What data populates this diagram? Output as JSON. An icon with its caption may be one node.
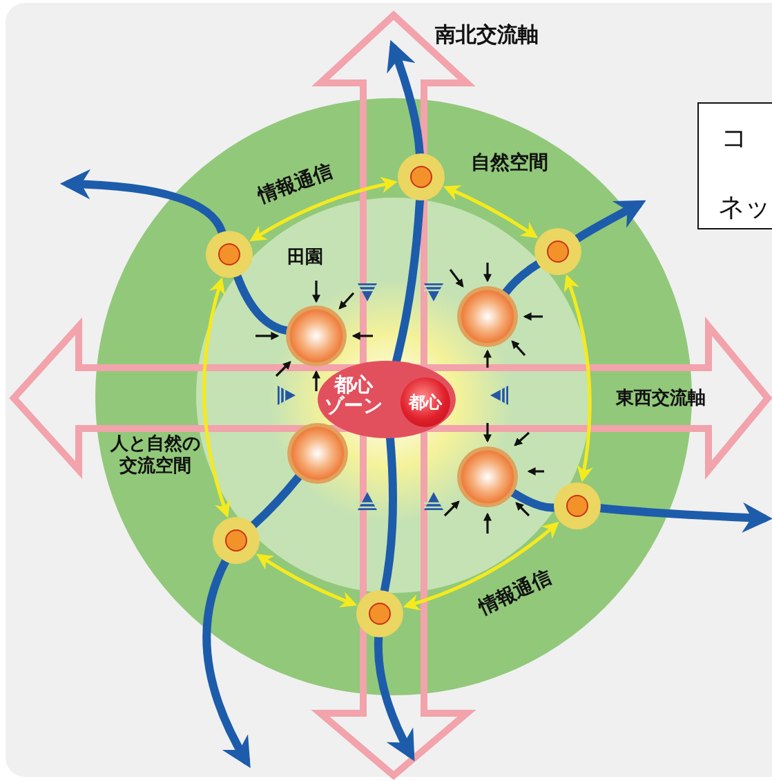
{
  "diagram": {
    "nodes": [
      {
        "text": [
          "都心ゾーン"
        ]
      },
      {
        "text": [
          "都心"
        ],
        "in": 0
      },
      {
        "text": [],
        "shape": "circle"
      },
      {
        "text": [],
        "shape": "circle"
      },
      {
        "text": [],
        "shape": "circle"
      },
      {
        "text": [],
        "shape": "circle"
      },
      {
        "text": [],
        "shape": "circle"
      },
      {
        "text": [],
        "shape": "circle"
      },
      {
        "text": [],
        "shape": "circle"
      },
      {
        "text": [],
        "shape": "circle"
      },
      {
        "text": [],
        "shape": "circle"
      },
      {
        "text": [],
        "shape": "circle"
      },
      {
        "text": [
          "コ",
          "ネッ"
        ]
      }
    ],
    "edges": [
      {
        "from": 7,
        "to": 6,
        "arrow": "both",
        "color": "#f5ea1e"
      },
      {
        "from": 6,
        "to": 8,
        "arrow": "both",
        "color": "#f5ea1e"
      },
      {
        "from": 8,
        "to": 9,
        "arrow": "both",
        "color": "#f5ea1e"
      },
      {
        "from": 9,
        "to": 11,
        "arrow": "both",
        "color": "#f5ea1e"
      },
      {
        "from": 11,
        "to": 10,
        "arrow": "both",
        "color": "#f5ea1e"
      },
      {
        "from": 10,
        "to": 7,
        "arrow": "both",
        "color": "#f5ea1e"
      },
      {
        "from": 6,
        "to": null,
        "arrow": "to"
      },
      {
        "from": 6,
        "to": 0,
        "arrow": "none"
      },
      {
        "from": 0,
        "to": 11,
        "arrow": "none"
      },
      {
        "from": 11,
        "to": null,
        "arrow": "to"
      },
      {
        "from": 7,
        "to": null,
        "arrow": "to"
      },
      {
        "from": 7,
        "to": 2,
        "arrow": "none"
      },
      {
        "from": 8,
        "to": null,
        "arrow": "to"
      },
      {
        "from": 8,
        "to": 3,
        "arrow": "none"
      },
      {
        "from": 9,
        "to": null,
        "arrow": "to"
      },
      {
        "from": 9,
        "to": 5,
        "arrow": "none"
      },
      {
        "from": 10,
        "to": null,
        "arrow": "to"
      },
      {
        "from": 10,
        "to": 4,
        "arrow": "none"
      }
    ],
    "labels": [
      "南北交流軸",
      "自然空間",
      "情報通信",
      "田園",
      "東西交流軸",
      "人と自然の交流空間",
      "情報通信"
    ]
  }
}
